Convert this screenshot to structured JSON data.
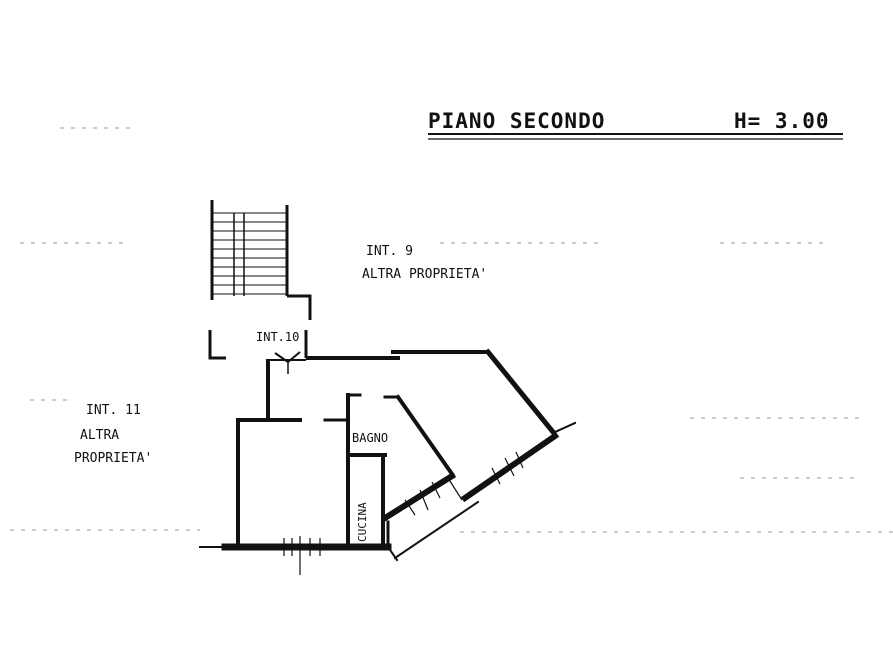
{
  "title": {
    "floor": "PIANO SECONDO",
    "height": "H= 3.00"
  },
  "labels": {
    "int9": "INT. 9",
    "int9_owner": "ALTRA PROPRIETA'",
    "int10": "INT.10",
    "int11": "INT. 11",
    "int11_owner_line1": "ALTRA",
    "int11_owner_line2": "PROPRIETA'",
    "bagno": "BAGNO",
    "cucina": "CUCINA"
  },
  "colors": {
    "ink": "#111111",
    "paper": "#ffffff",
    "dash": "#9a9a9a"
  }
}
